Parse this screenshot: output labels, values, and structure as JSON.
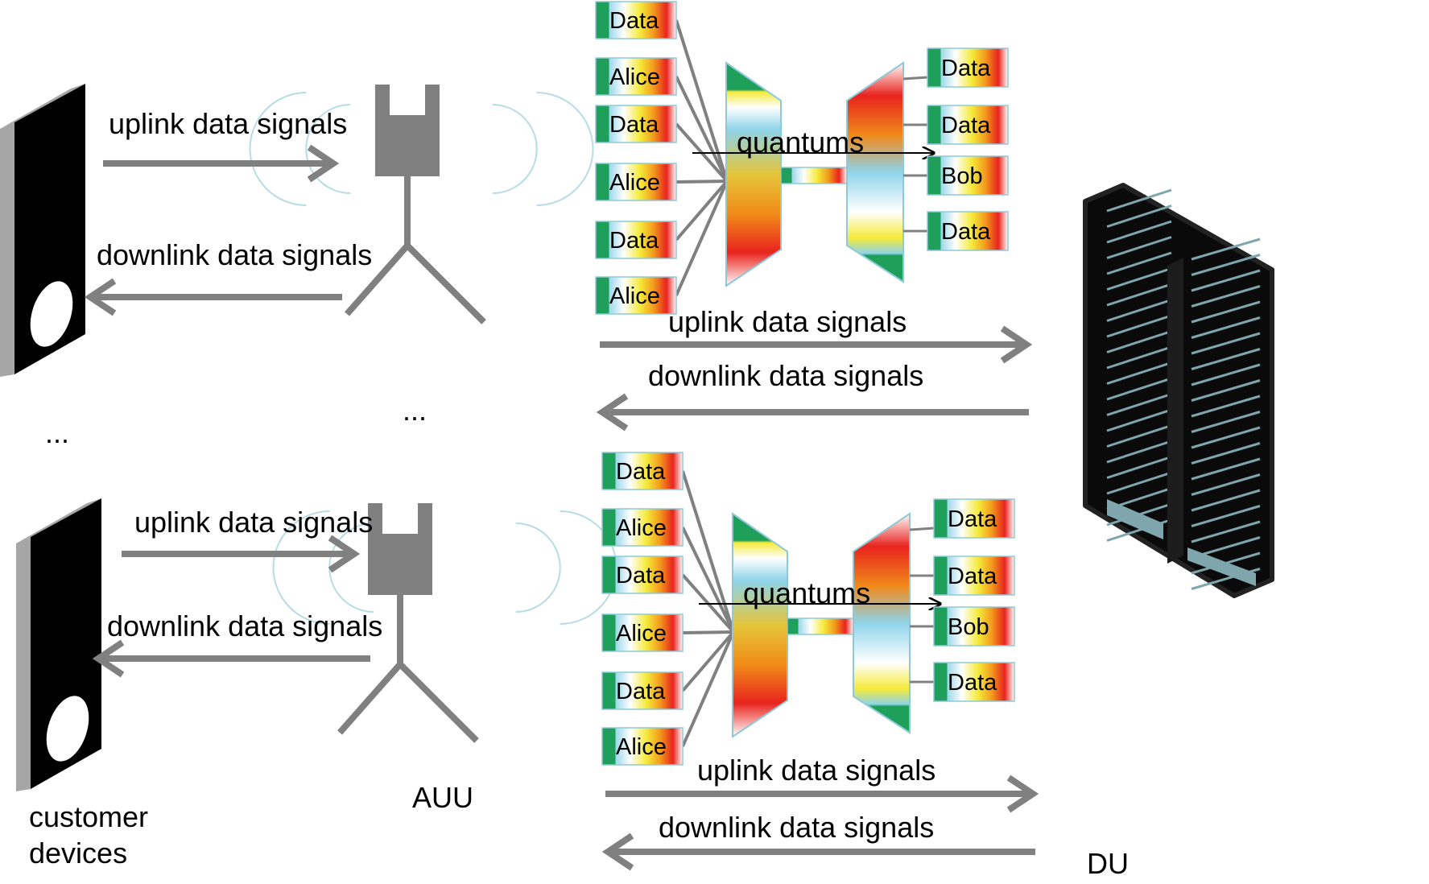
{
  "labels": {
    "uplink": "uplink data signals",
    "downlink": "downlink data signals",
    "quantums": "quantums",
    "ellipsis": "...",
    "customer_devices_line1": "customer",
    "customer_devices_line2": "devices",
    "auu": "AUU",
    "du": "DU"
  },
  "input_boxes": [
    "Data",
    "Alice",
    "Data",
    "Alice",
    "Data",
    "Alice"
  ],
  "output_boxes": [
    "Data",
    "Data",
    "Bob",
    "Data"
  ],
  "colors": {
    "arrow": "#808080",
    "device_body": "#000000",
    "device_edge": "#a6a6a6",
    "antenna": "#808080",
    "wave": "#b7dde3",
    "server_body": "#0a0a0a",
    "server_slot": "#7fa6ad"
  }
}
